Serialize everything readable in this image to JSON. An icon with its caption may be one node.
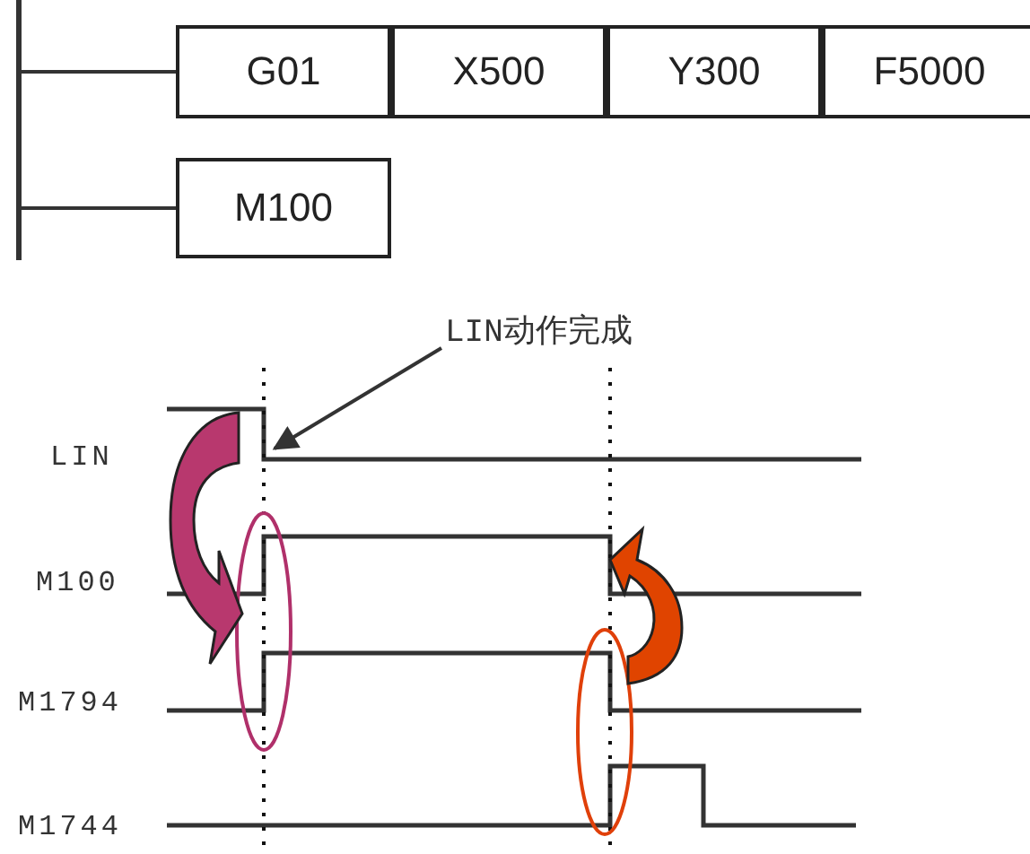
{
  "diagram": {
    "nodes": [
      {
        "text": [
          "G01"
        ]
      },
      {
        "text": [
          "X500"
        ]
      },
      {
        "text": [
          "Y300"
        ]
      },
      {
        "text": [
          "F5000"
        ]
      },
      {
        "text": [
          "M100"
        ]
      },
      {
        "text": [
          "LIN动作完成"
        ]
      },
      {
        "text": [],
        "shape": "bar"
      }
    ],
    "edges": [
      {
        "from": 5,
        "to": null,
        "arrow": "to"
      },
      {
        "from": 6,
        "to": 0,
        "arrow": "none"
      },
      {
        "from": 6,
        "to": 4,
        "arrow": "none"
      }
    ],
    "labels": [
      "LIN",
      "M100",
      "M1794",
      "M1744"
    ]
  }
}
